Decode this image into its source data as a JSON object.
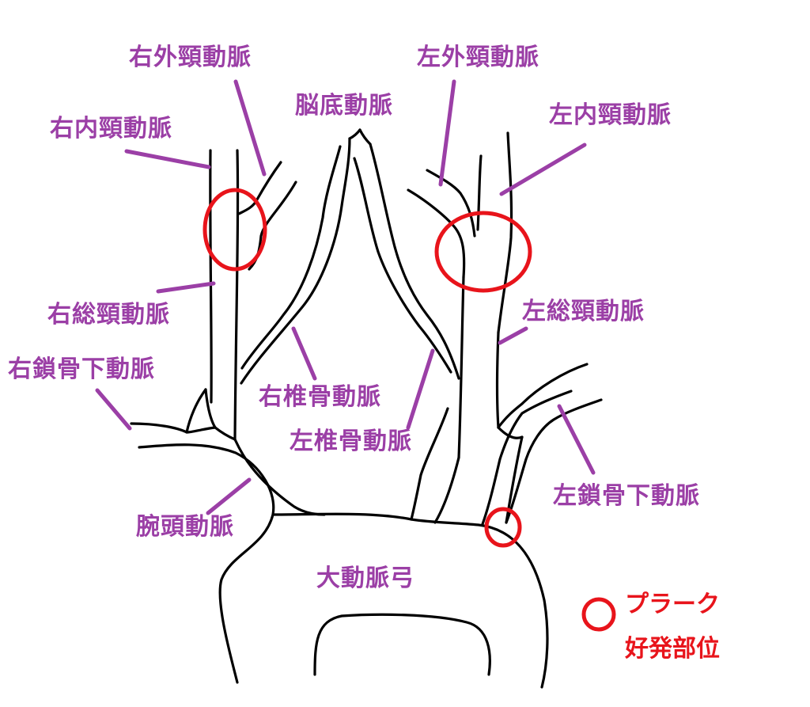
{
  "colors": {
    "label": "#9b3fa6",
    "plaque": "#e8141b",
    "vessel": "#000000",
    "background": "#ffffff"
  },
  "labels": {
    "right_external_carotid": "右外頸動脈",
    "left_external_carotid": "左外頸動脈",
    "basilar": "脳底動脈",
    "right_internal_carotid": "右内頸動脈",
    "left_internal_carotid": "左内頸動脈",
    "right_common_carotid": "右総頸動脈",
    "left_common_carotid": "左総頸動脈",
    "right_subclavian": "右鎖骨下動脈",
    "right_vertebral": "右椎骨動脈",
    "left_vertebral": "左椎骨動脈",
    "left_subclavian": "左鎖骨下動脈",
    "brachiocephalic": "腕頭動脈",
    "aortic_arch": "大動脈弓"
  },
  "legend": {
    "line1": "プラーク",
    "line2": "好発部位"
  }
}
